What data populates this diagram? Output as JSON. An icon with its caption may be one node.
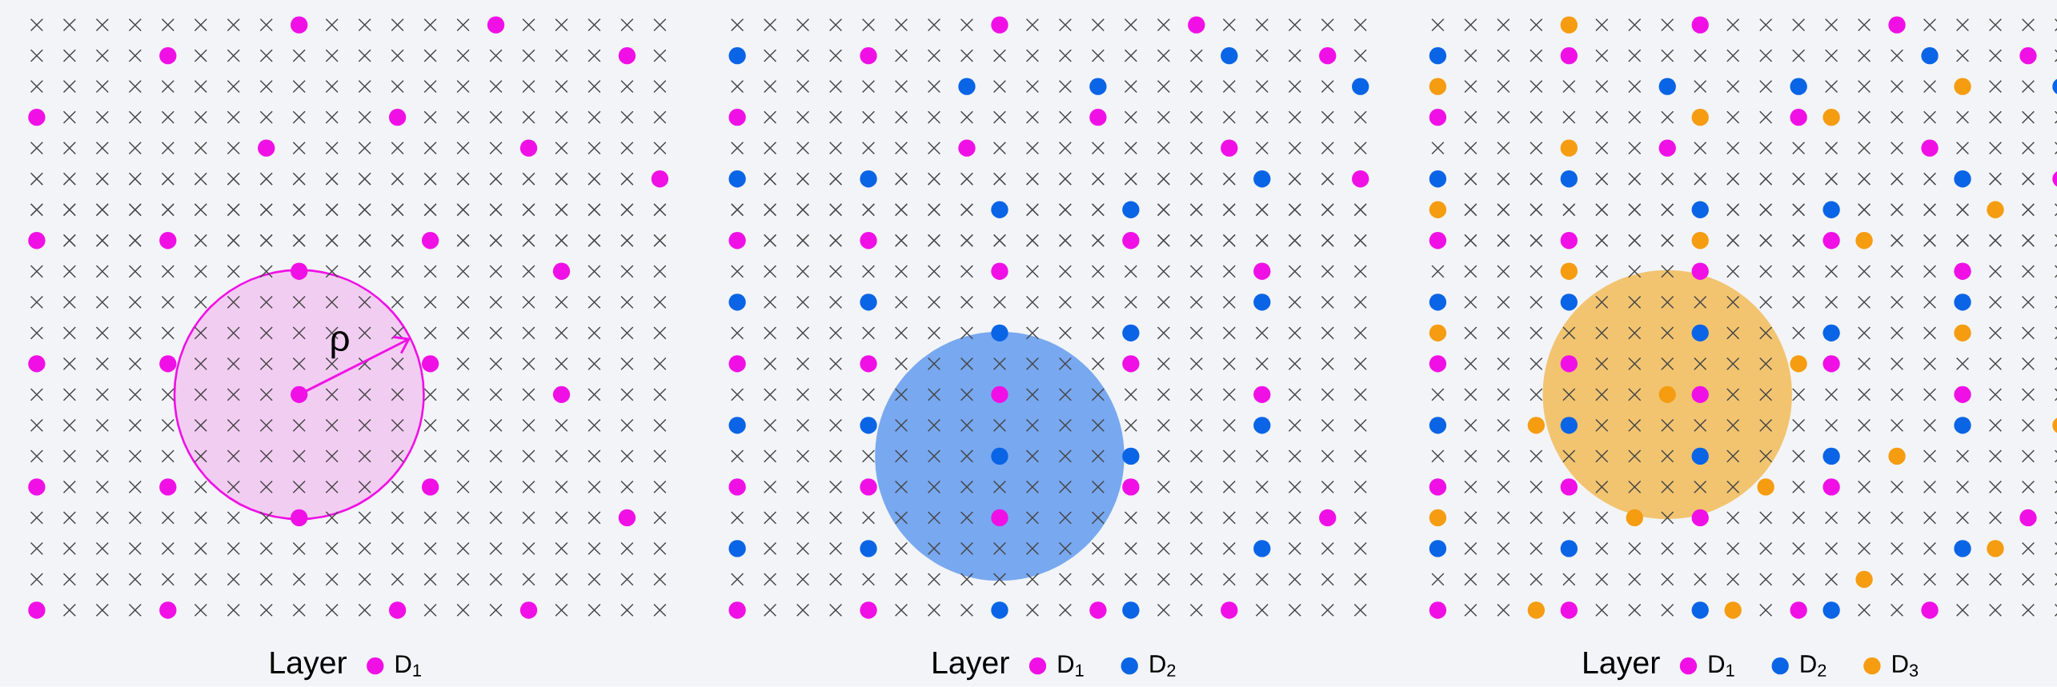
{
  "diagram": {
    "labels": [
      "ρ",
      "Layer",
      "Layer",
      "Layer"
    ],
    "legend": [
      {
        "text": "D$_{1}$",
        "color": "#f010e6"
      },
      {
        "text": "D$_{1}$",
        "color": "#f010e6"
      },
      {
        "text": "D$_{2}$",
        "color": "#0a64e6"
      },
      {
        "text": "D$_{1}$",
        "color": "#f010e6"
      },
      {
        "text": "D$_{2}$",
        "color": "#0a64e6"
      },
      {
        "text": "D$_{3}$",
        "color": "#f59c10"
      }
    ]
  }
}
